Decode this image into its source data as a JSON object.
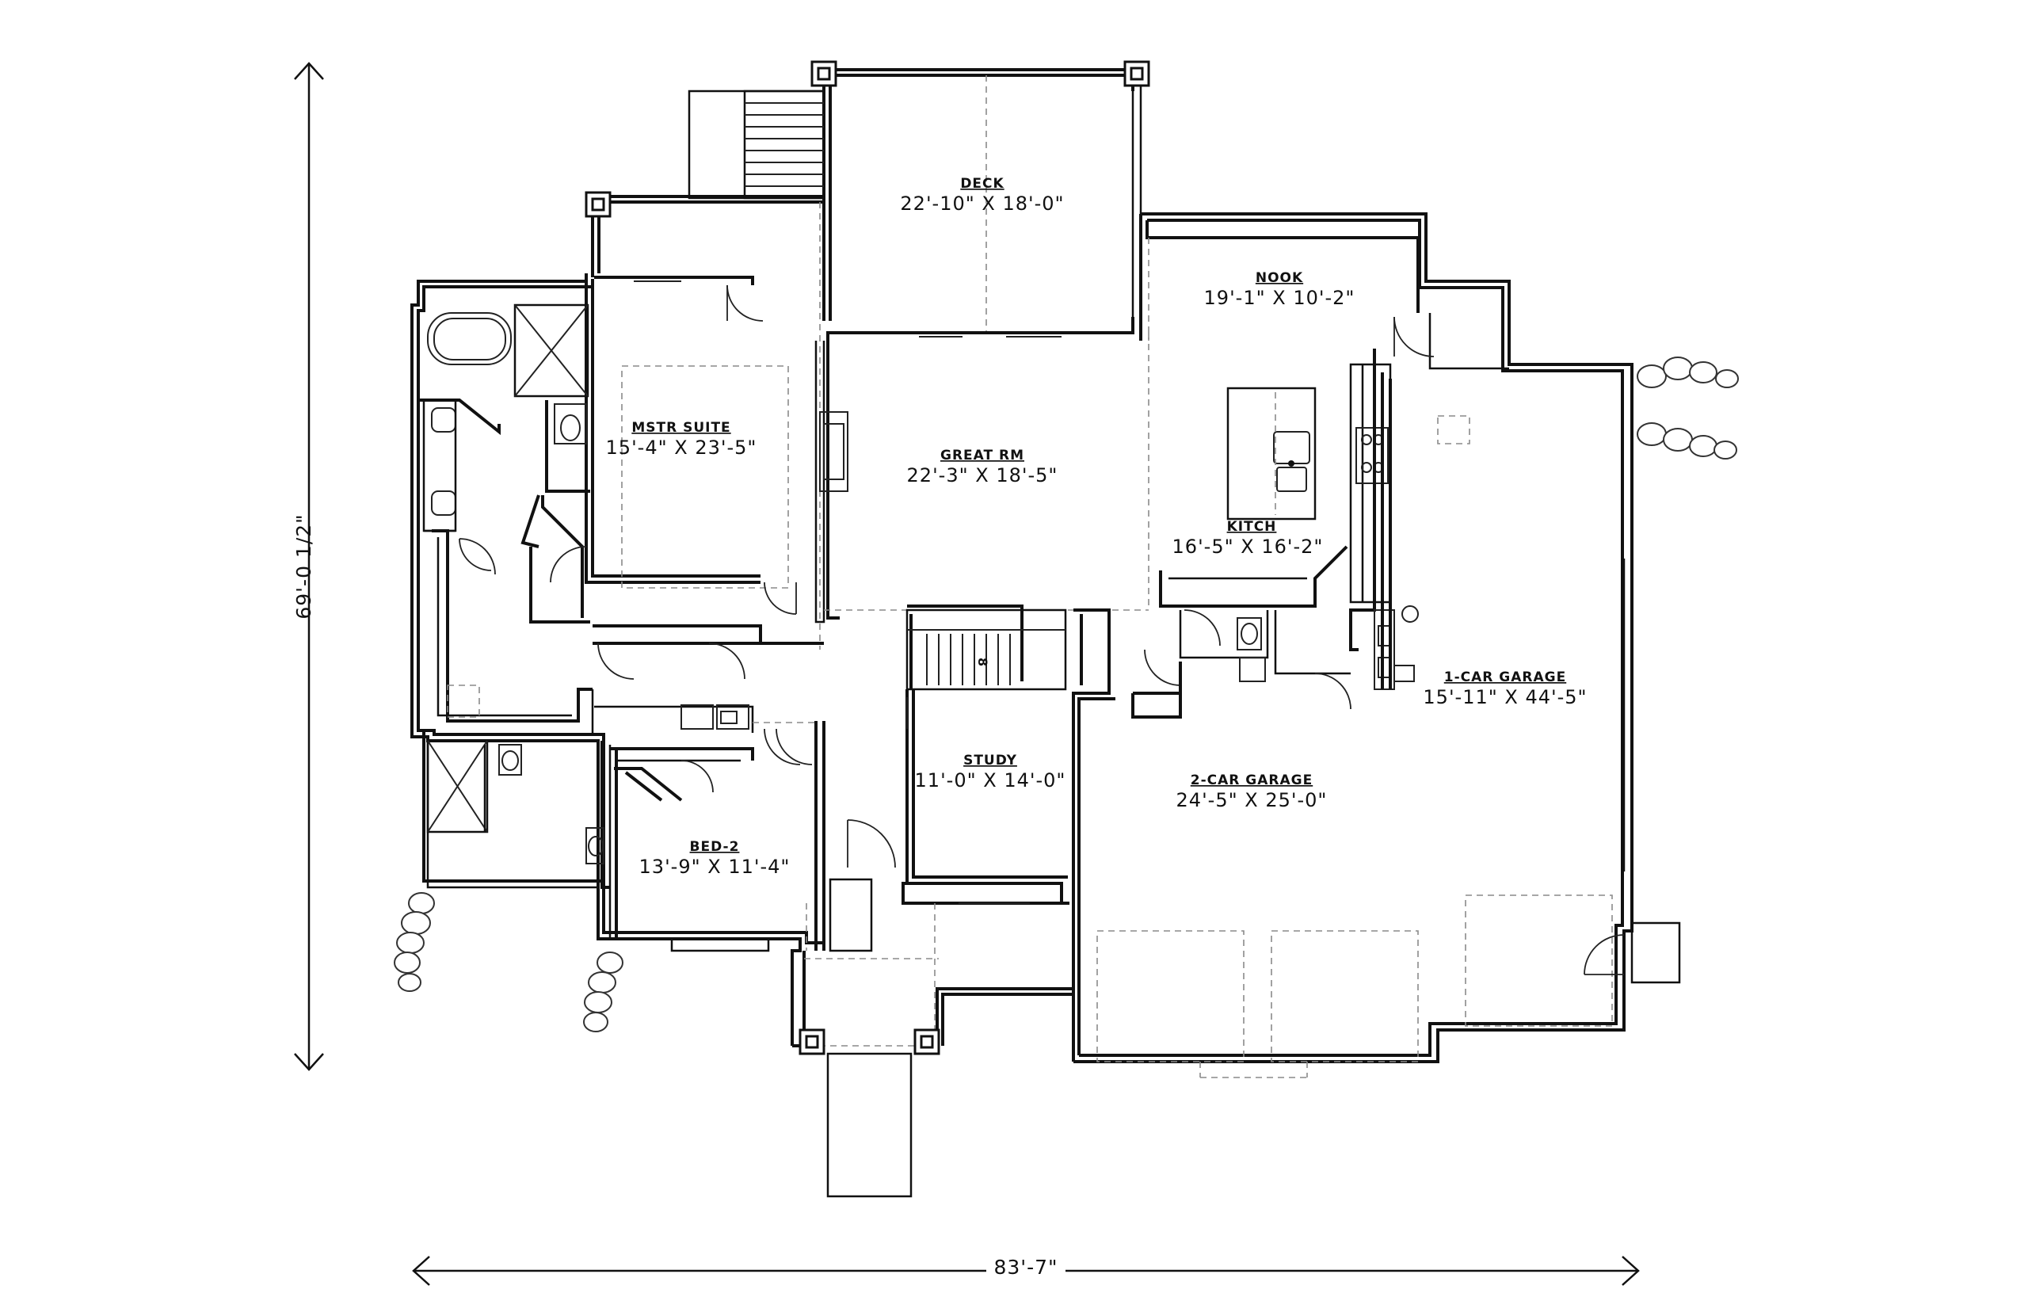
{
  "dimensions": {
    "overall_width": "83'-7\"",
    "overall_depth": "69'-0 1/2\""
  },
  "rooms": {
    "deck": {
      "name": "DECK",
      "size": "22'-10\" X 18'-0\""
    },
    "nook": {
      "name": "NOOK",
      "size": "19'-1\" X 10'-2\""
    },
    "master_suite": {
      "name": "MSTR SUITE",
      "size": "15'-4\" X 23'-5\""
    },
    "great_room": {
      "name": "GREAT RM",
      "size": "22'-3\" X 18'-5\""
    },
    "kitchen": {
      "name": "KITCH",
      "size": "16'-5\" X 16'-2\""
    },
    "one_car_garage": {
      "name": "1-CAR GARAGE",
      "size": "15'-11\" X 44'-5\""
    },
    "study": {
      "name": "STUDY",
      "size": "11'-0\" X 14'-0\""
    },
    "two_car_garage": {
      "name": "2-CAR GARAGE",
      "size": "24'-5\" X 25'-0\""
    },
    "bed_2": {
      "name": "BED-2",
      "size": "13'-9\" X 11'-4\""
    }
  },
  "stair_label": "8"
}
